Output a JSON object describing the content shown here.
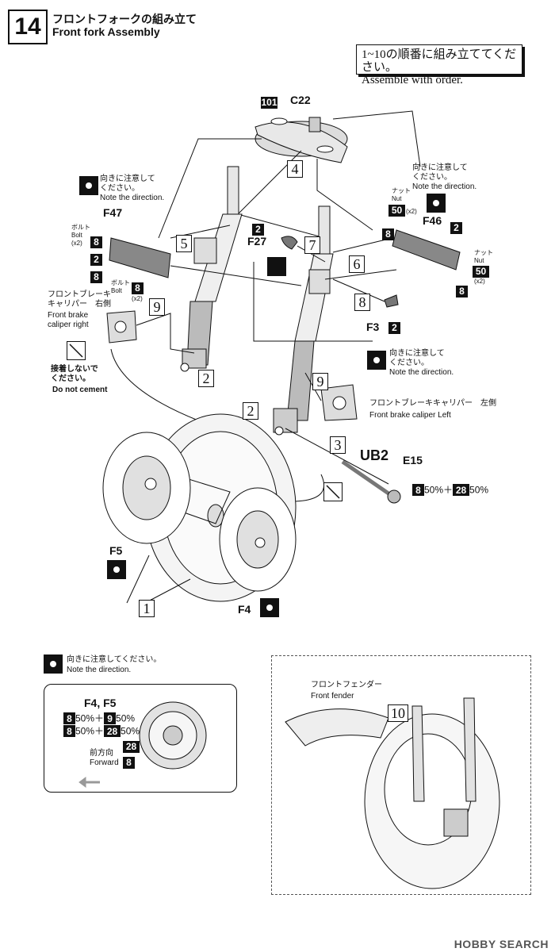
{
  "header": {
    "step_number": "14",
    "title_jp": "フロントフォークの組み立て",
    "title_en": "Front fork Assembly"
  },
  "order_note": {
    "jp": "1~10の順番に組み立ててください。",
    "en": "Assemble with order."
  },
  "parts": {
    "c22": "C22",
    "c22_tag": "101",
    "f47": "F47",
    "f46": "F46",
    "f27": "F27",
    "f3": "F3",
    "f5": "F5",
    "f4": "F4",
    "ub2": "UB2",
    "e15": "E15"
  },
  "color_codes": {
    "c2": "2",
    "c8": "8",
    "c50": "50",
    "c28": "28",
    "c9": "9"
  },
  "labels": {
    "note_direction_jp": "向きに注意して\nください。",
    "note_direction_en": "Note the direction.",
    "bolt_jp": "ボルト",
    "bolt_en": "Bolt",
    "x2": "(x2)",
    "nut_jp": "ナット",
    "nut_en": "Nut",
    "caliper_right_jp": "フロントブレーキ\nキャリパー　右側",
    "caliper_right_en": "Front brake\ncaliper right",
    "caliper_left_jp": "フロントブレーキキャリパー　左側",
    "caliper_left_en": "Front brake caliper Left",
    "no_cement_jp": "接着しないで\nください。",
    "no_cement_en": "Do not cement",
    "e15_mix_a": "50%＋",
    "e15_mix_b": "50%",
    "note_direction_single_jp": "向きに注意してください。",
    "detail_title": "F4, F5",
    "detail_mix1_a": "50%＋",
    "detail_mix1_b": "50%",
    "detail_mix2_a": "50%＋",
    "detail_mix2_b": "50%",
    "forward_jp": "前方向",
    "forward_en": "Forward",
    "front_fender_jp": "フロントフェンダー",
    "front_fender_en": "Front fender"
  },
  "steps": [
    "1",
    "2",
    "3",
    "4",
    "5",
    "6",
    "7",
    "8",
    "9",
    "10"
  ],
  "watermark": "HOBBY SEARCH"
}
